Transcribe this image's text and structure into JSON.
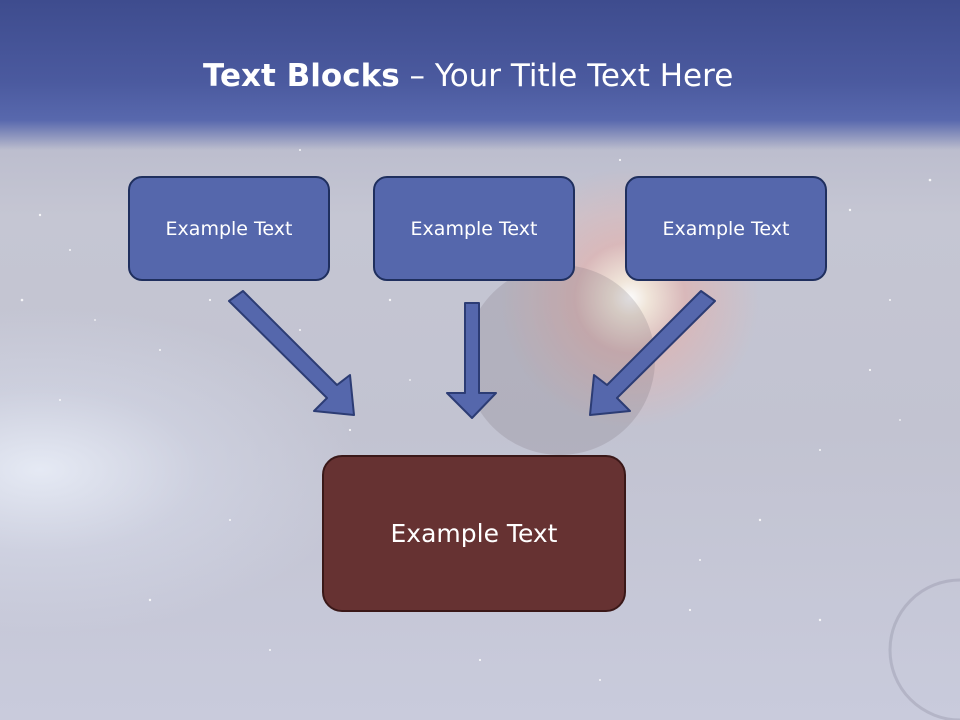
{
  "title": {
    "bold": "Text Blocks",
    "separator": " – ",
    "rest": "Your Title Text Here"
  },
  "blocks": {
    "left": "Example Text",
    "center": "Example Text",
    "right": "Example Text",
    "bottom": "Example Text"
  },
  "colors": {
    "header": "#4b5a9f",
    "small_box_fill": "#5567ac",
    "big_box_fill": "#663232",
    "arrow_fill": "#5567ac",
    "arrow_stroke": "#2c3c74"
  }
}
